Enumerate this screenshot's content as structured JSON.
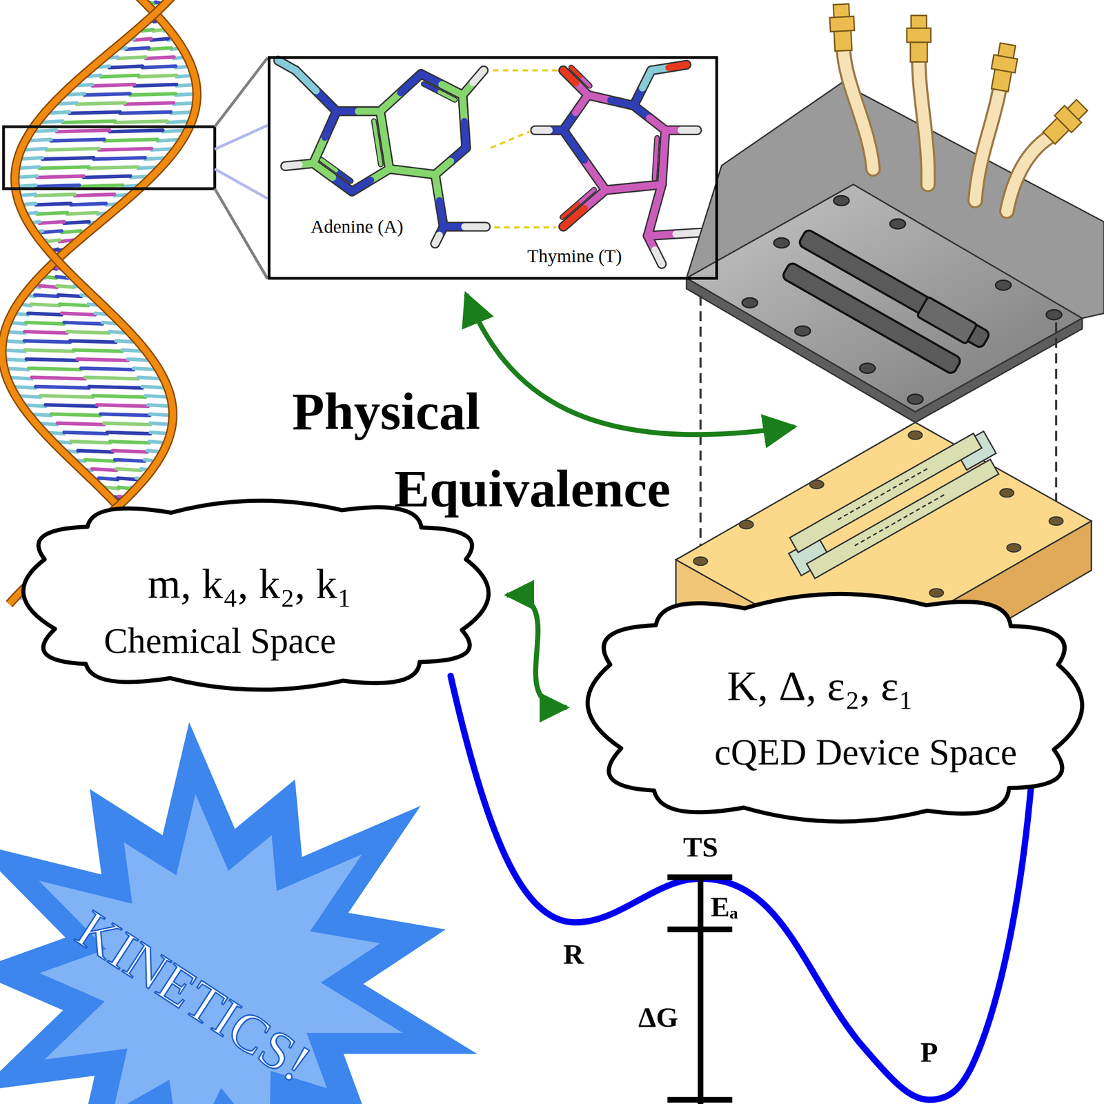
{
  "diagram": {
    "nodes": [
      {
        "text": [
          "Adenine (A)",
          "Thymine (T)"
        ]
      },
      {
        "text": [
          "m, k₄, k₂, k₁",
          "Chemical Space"
        ]
      },
      {
        "text": [
          "K, Δ, ε₂, ε₁",
          "cQED Device Space"
        ]
      },
      {
        "text": [
          "KINETICS!"
        ]
      }
    ],
    "edges": [
      {
        "from": 1,
        "to": 2,
        "arrow": "both"
      }
    ],
    "labels": [
      "Physical Equivalence",
      "TS",
      "Eₐ",
      "R",
      "ΔG",
      "P"
    ]
  }
}
